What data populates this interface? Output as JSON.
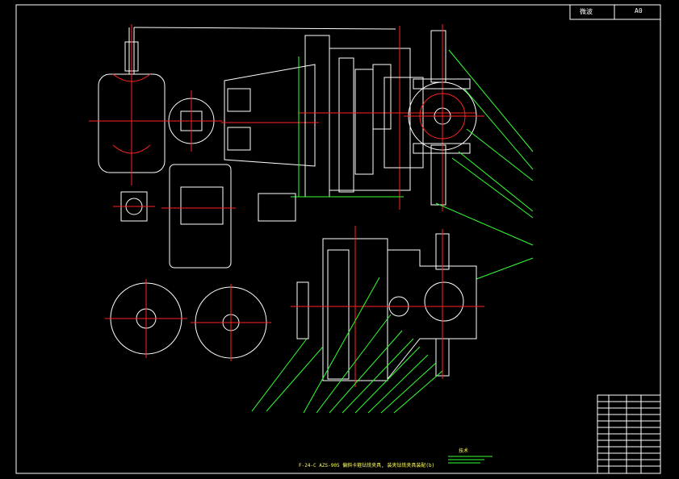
{
  "title_block_top": {
    "cell_left": "微波",
    "cell_right": "A0"
  },
  "bottom_caption": "F-24-C AZS-905 偏斜卡箍钻铣夹具, 装夹钻铣夹具装配(b)",
  "notes_heading": "技术",
  "colors": {
    "background": "#000000",
    "line": "#ffffff",
    "leader": "#00ff00",
    "hatch": "#ff2222",
    "text": "#ffff55",
    "dim": "#33ff33"
  }
}
